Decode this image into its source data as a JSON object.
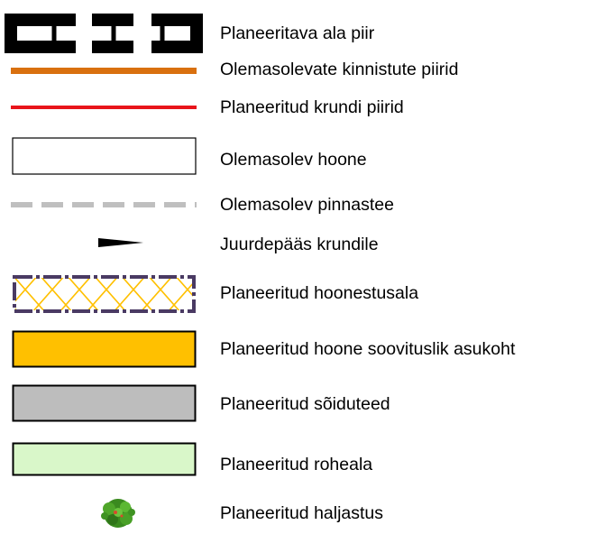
{
  "legend": {
    "items": [
      {
        "label": "Planeeritava ala piir",
        "icon": "dashed-black-boundary-icon",
        "color": "#000000"
      },
      {
        "label": "Olemasolevate kinnistute piirid",
        "icon": "orange-line-icon",
        "color": "#D9700F"
      },
      {
        "label": "Planeeritud krundi piirid",
        "icon": "red-line-icon",
        "color": "#E8141B"
      },
      {
        "label": "Olemasolev hoone",
        "icon": "white-rectangle-icon",
        "color": "#FFFFFF"
      },
      {
        "label": "Olemasolev pinnastee",
        "icon": "grey-dashed-line-icon",
        "color": "#BFBFBF"
      },
      {
        "label": "Juurdepääs krundile",
        "icon": "black-arrow-icon",
        "color": "#000000"
      },
      {
        "label": "Planeeritud hoonestusala",
        "icon": "crosshatched-rectangle-icon",
        "color": "#FFC000",
        "border_color": "#4A3A63"
      },
      {
        "label": "Planeeritud hoone soovituslik asukoht",
        "icon": "orange-rectangle-icon",
        "color": "#FFC000"
      },
      {
        "label": "Planeeritud sõiduteed",
        "icon": "grey-rectangle-icon",
        "color": "#BDBDBD"
      },
      {
        "label": "Planeeritud roheala",
        "icon": "light-green-rectangle-icon",
        "color": "#D9F7C9"
      },
      {
        "label": "Planeeritud haljastus",
        "icon": "tree-icon",
        "color": "#3A8A1F"
      }
    ]
  }
}
